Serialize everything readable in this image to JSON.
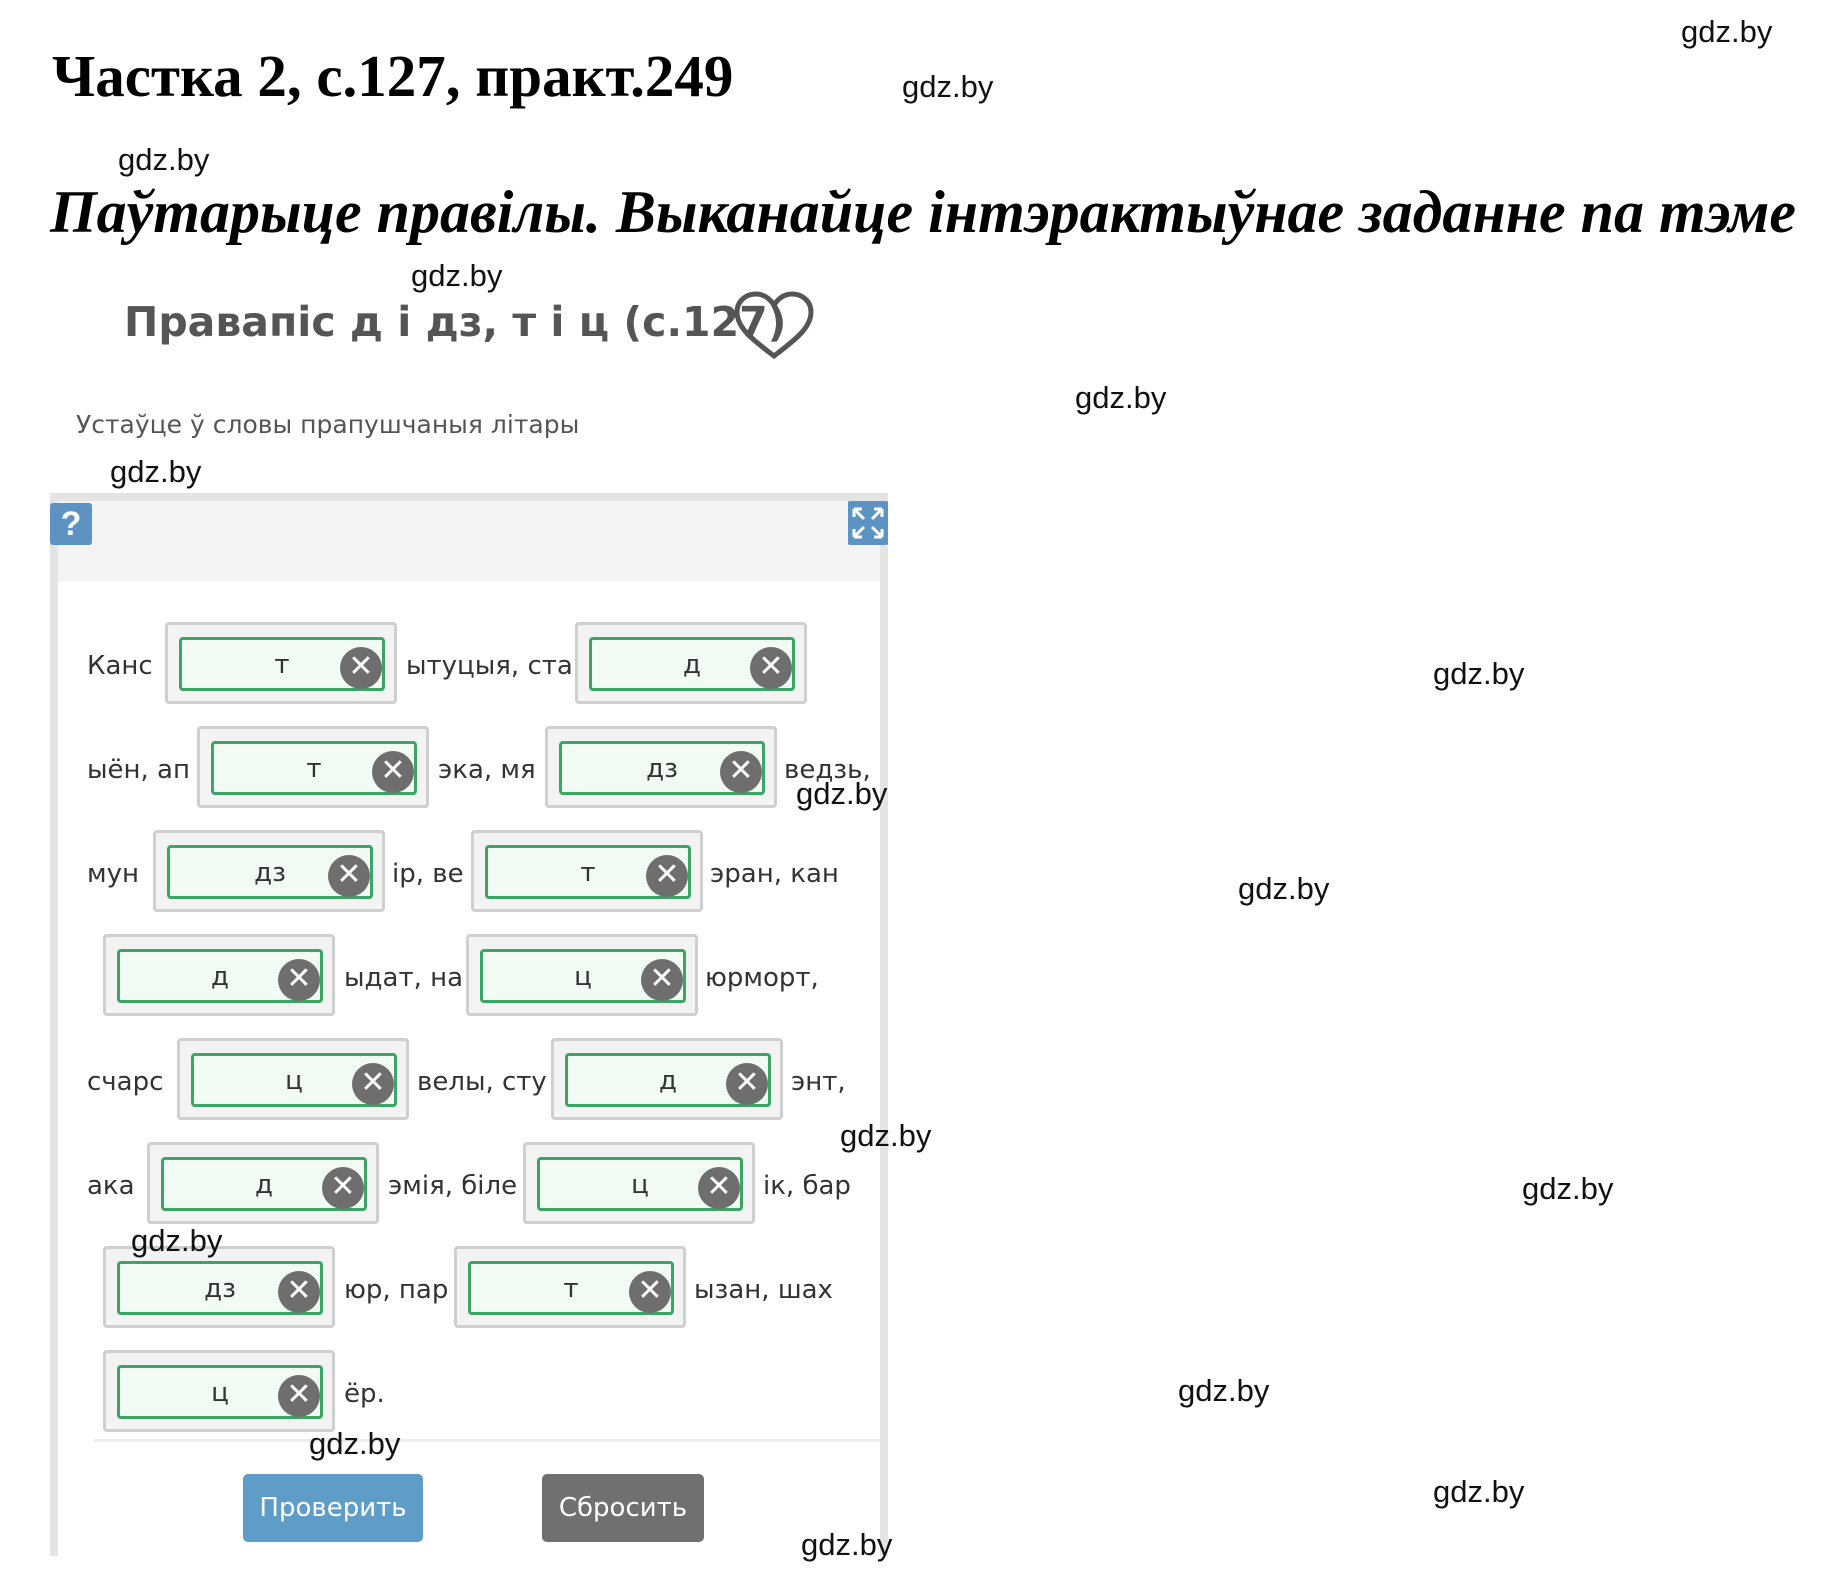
{
  "page": {
    "title": "Частка 2, с.127, практ.249",
    "task": "Паўтарыце правілы. Выканайце інтэрактыўнае заданне па тэме"
  },
  "exercise": {
    "title": "Правапіс д і дз, т і ц (с.127)",
    "favorite_icon": "heart-outline-icon",
    "instruction": "Устаўце ў словы прапушчаныя літары",
    "help_label": "?",
    "fullscreen_icon": "expand-arrows-icon",
    "remove_glyph": "✕",
    "fragments": [
      "Канс",
      "ытуцыя, ста",
      "ыён, ап",
      "эка, мя",
      "ведзь,",
      "мун",
      "ір, ве",
      "эран, кан",
      "ыдат, на",
      "юрморт,",
      "счарс",
      "велы, сту",
      "энт,",
      "ака",
      "эмія, біле",
      "ік, бар",
      "юр, пар",
      "ызан, шах",
      "ёр."
    ],
    "answers": [
      "т",
      "д",
      "т",
      "дз",
      "дз",
      "т",
      "д",
      "ц",
      "ц",
      "д",
      "д",
      "ц",
      "дз",
      "т",
      "ц"
    ],
    "buttons": {
      "check": "Проверить",
      "reset": "Сбросить"
    }
  },
  "watermarks": [
    "gdz.by",
    "gdz.by",
    "gdz.by",
    "gdz.by",
    "gdz.by",
    "gdz.by",
    "gdz.by",
    "gdz.by",
    "gdz.by",
    "gdz.by",
    "gdz.by",
    "gdz.by",
    "gdz.by",
    "gdz.by",
    "gdz.by"
  ],
  "colors": {
    "chip_border": "#3aa564",
    "primary_button": "#5d9dc8",
    "secondary_button": "#707070",
    "help_button": "#5d93c2"
  }
}
